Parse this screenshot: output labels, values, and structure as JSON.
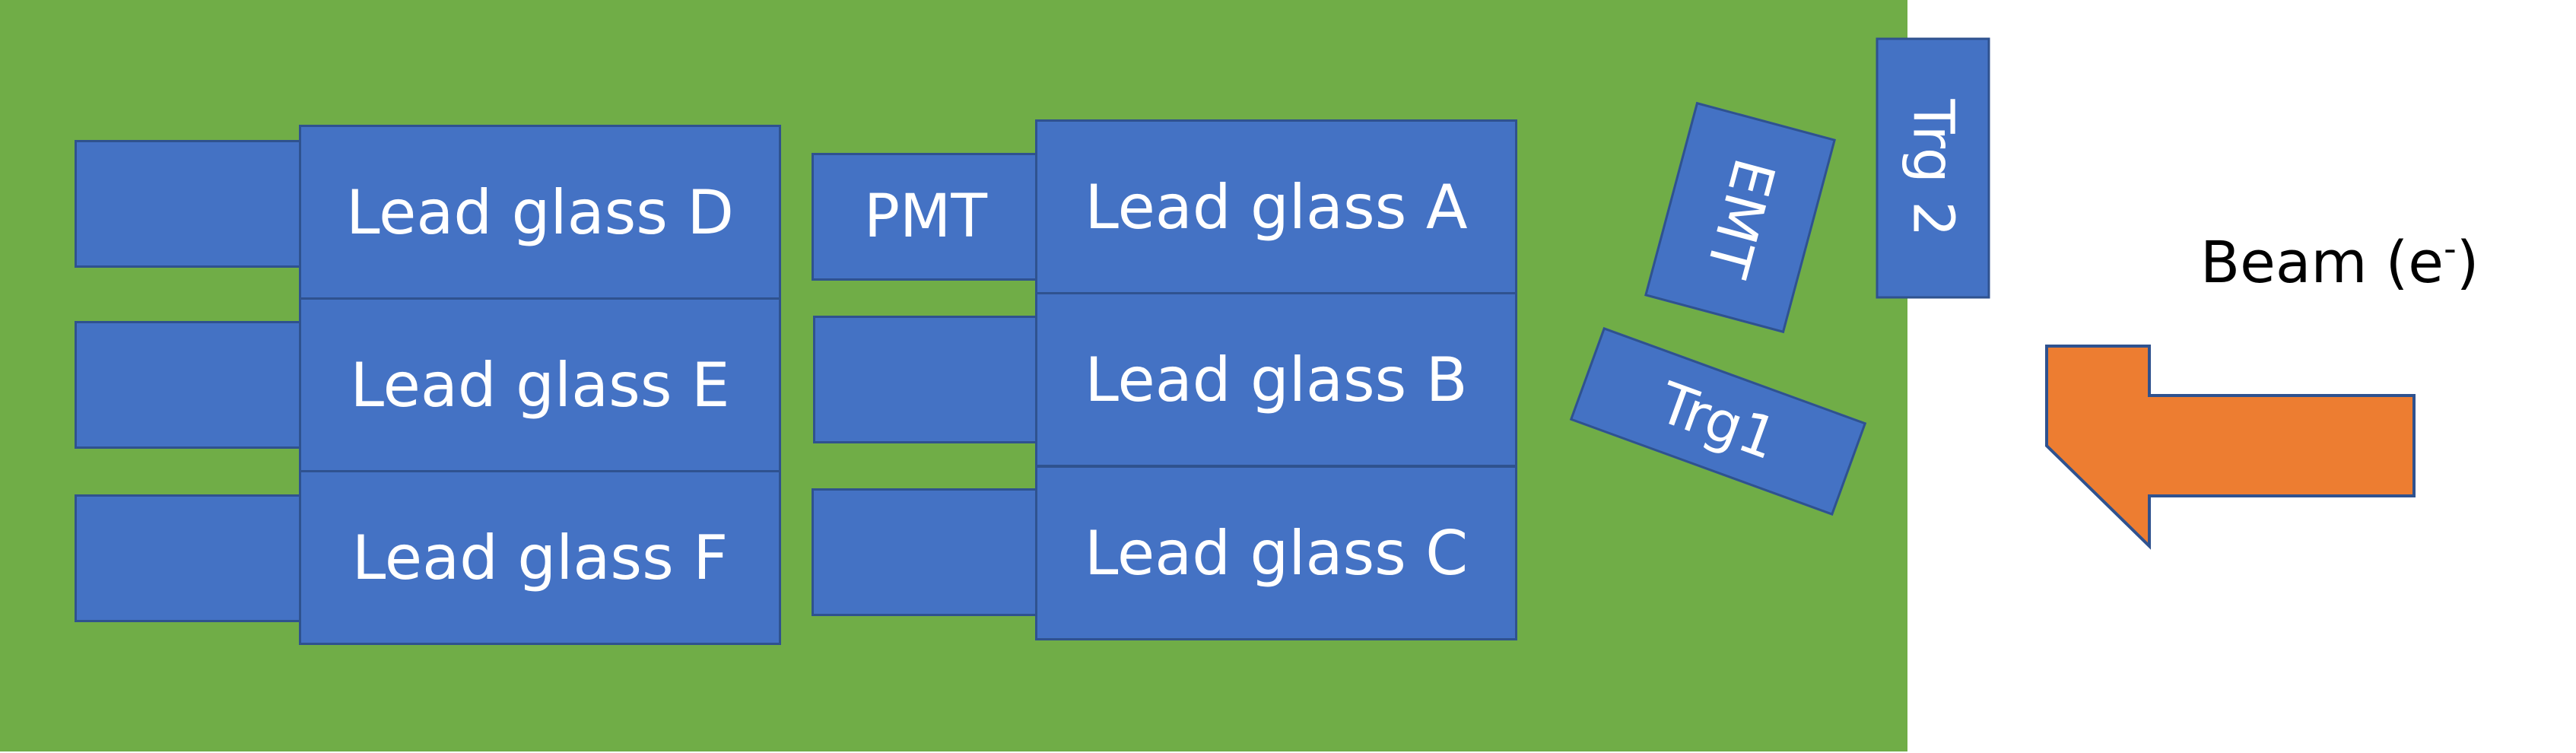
{
  "colors": {
    "board": "#70ad47",
    "block_fill": "#4472c4",
    "block_border": "#2f528f",
    "arrow_fill": "#ed7d31"
  },
  "lead_glass": {
    "a": "Lead glass A",
    "b": "Lead glass B",
    "c": "Lead glass C",
    "d": "Lead glass D",
    "e": "Lead glass E",
    "f": "Lead glass F"
  },
  "pmt": {
    "label": "PMT"
  },
  "detectors": {
    "emt": "EMT",
    "trg1": "Trg1",
    "trg2": "Trg 2"
  },
  "beam": {
    "label": "Beam (e",
    "superscript": "-",
    "close": ")"
  }
}
